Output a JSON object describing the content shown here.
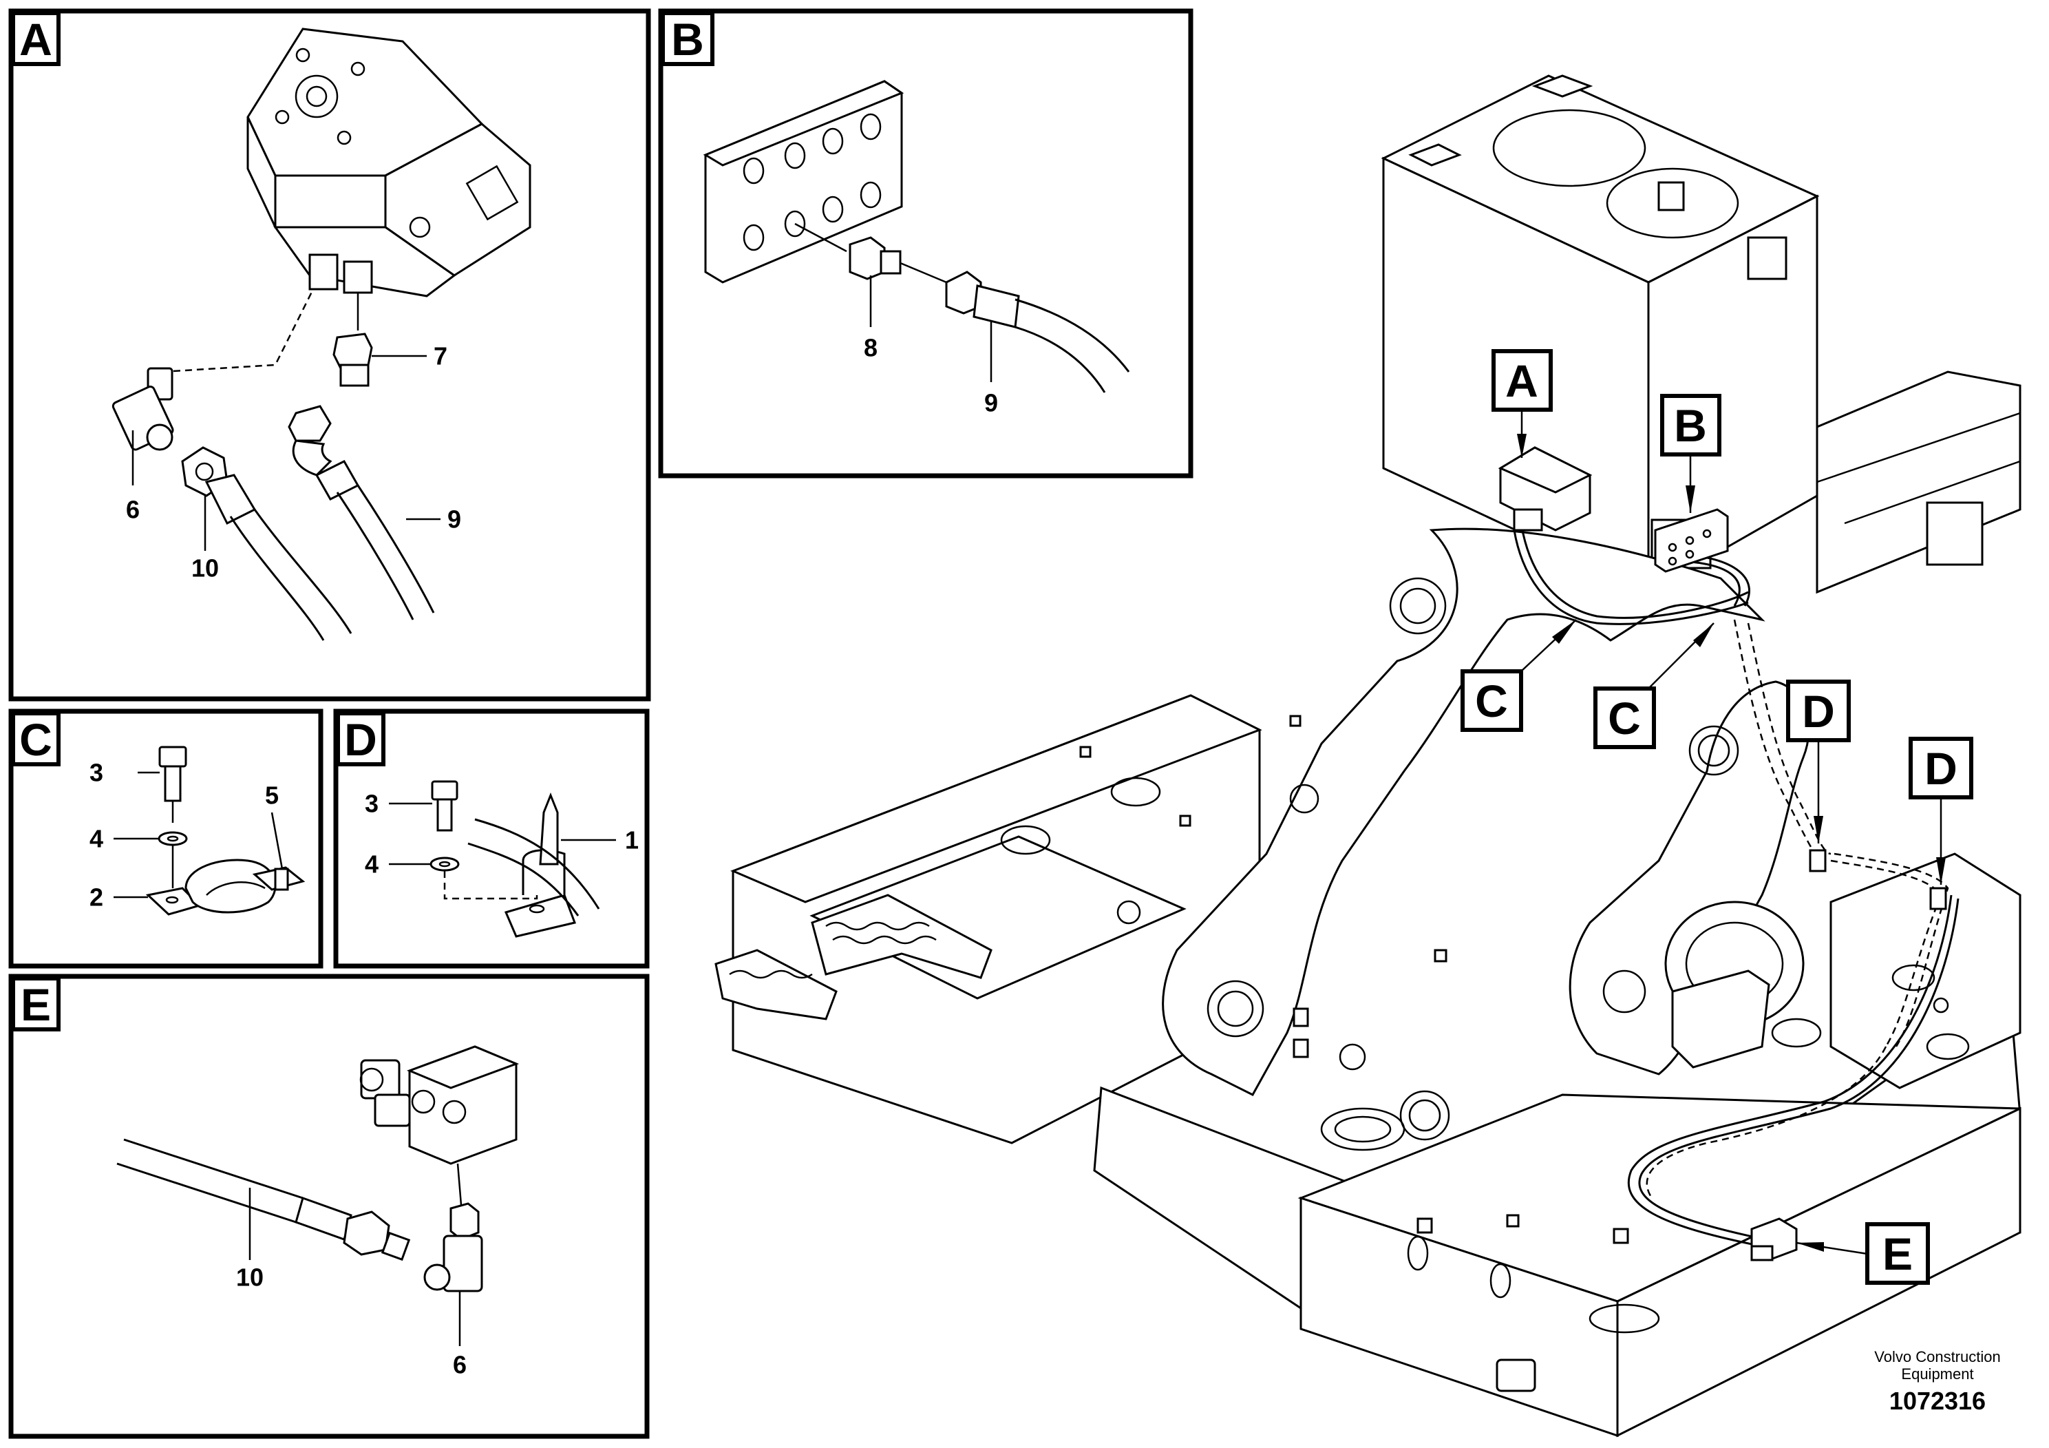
{
  "panels": {
    "a": {
      "tag": "A",
      "callouts": [
        "6",
        "7",
        "9",
        "10"
      ]
    },
    "b": {
      "tag": "B",
      "callouts": [
        "8",
        "9"
      ]
    },
    "c": {
      "tag": "C",
      "callouts": [
        "3",
        "4",
        "2",
        "5"
      ]
    },
    "d": {
      "tag": "D",
      "callouts": [
        "3",
        "4",
        "1"
      ]
    },
    "e": {
      "tag": "E",
      "callouts": [
        "10",
        "6"
      ]
    }
  },
  "overview": {
    "labels": [
      "A",
      "B",
      "C",
      "C",
      "D",
      "D",
      "E"
    ]
  },
  "footer": {
    "credit_line1": "Volvo Construction",
    "credit_line2": "Equipment",
    "drawing_number": "1072316"
  }
}
